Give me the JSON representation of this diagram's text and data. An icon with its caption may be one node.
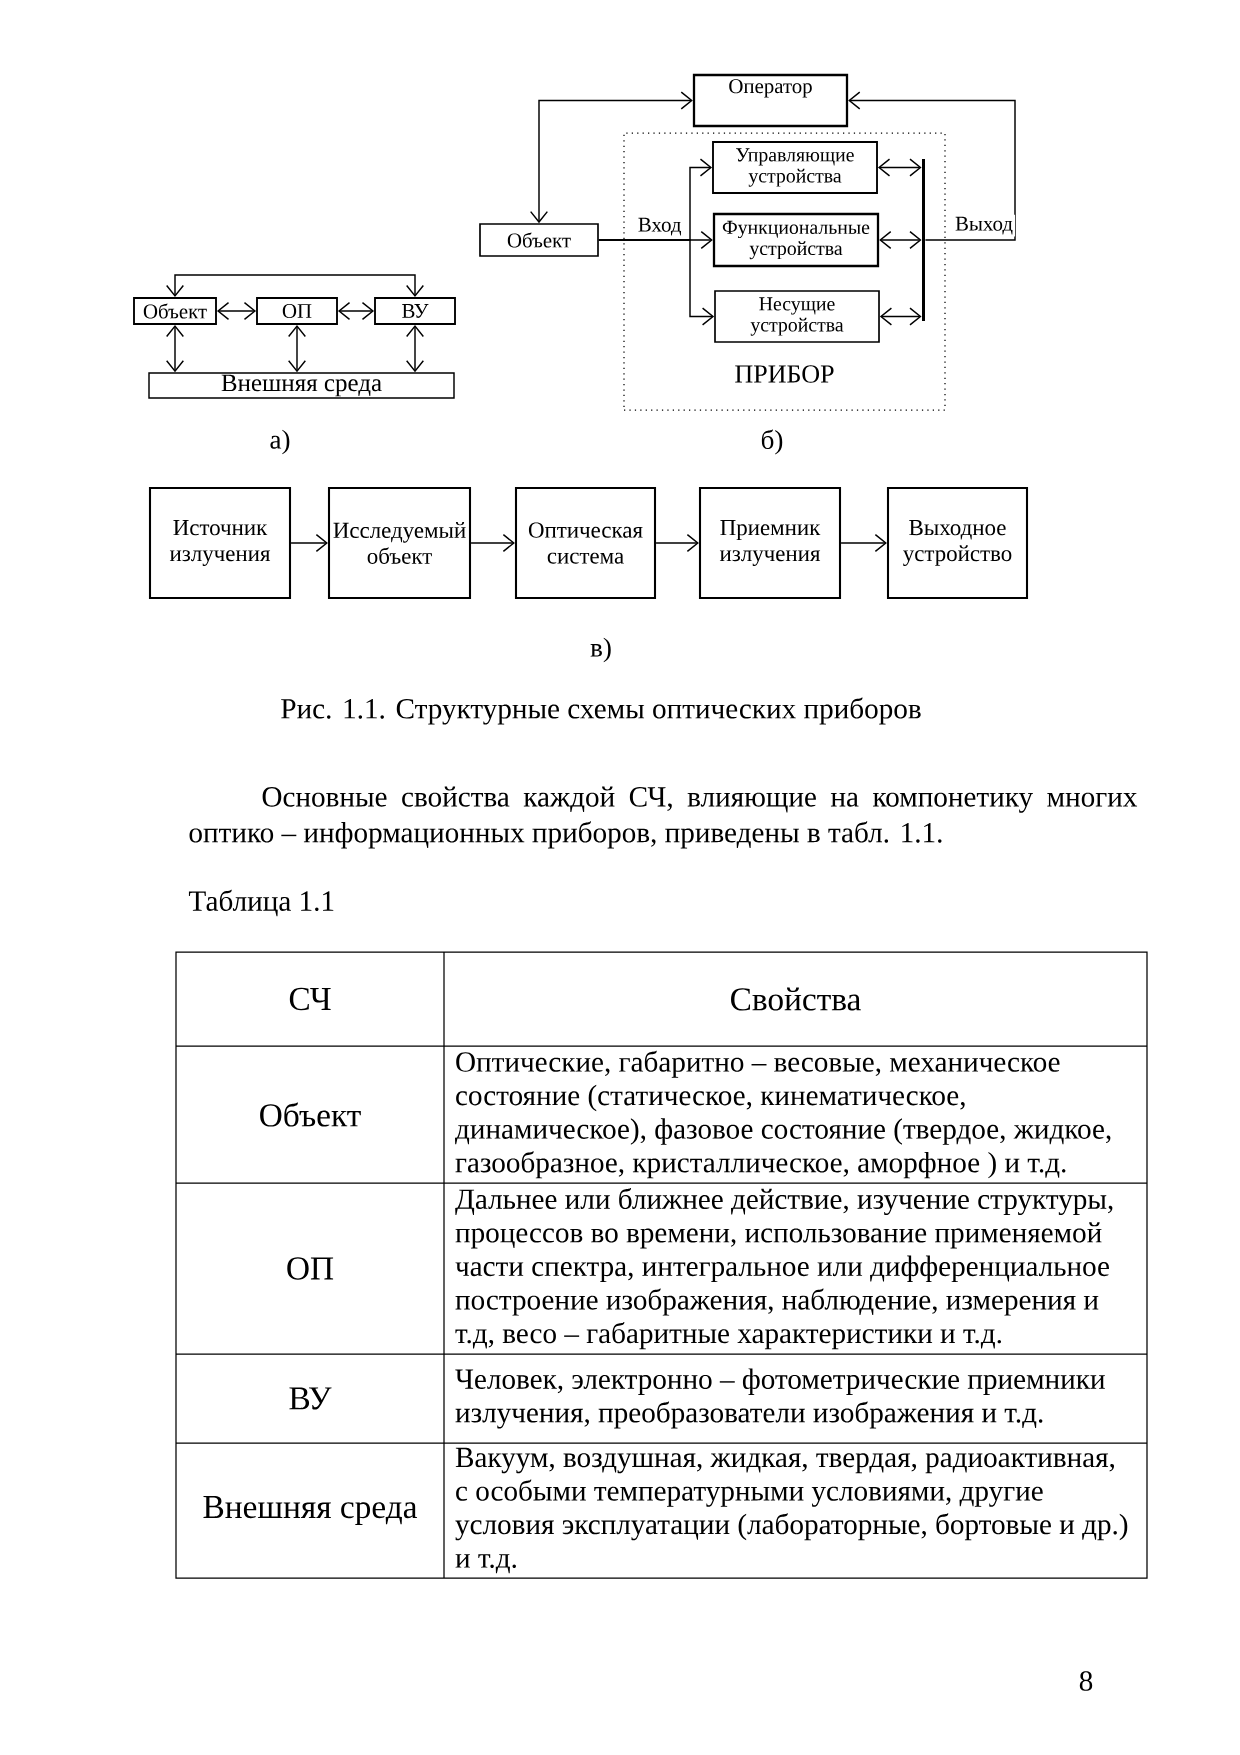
{
  "diagram": {
    "caption": "Рис. 1.1. Структурные схемы оптических приборов",
    "nodes": [
      {
        "text": [
          "Объект"
        ]
      },
      {
        "text": [
          "ОП"
        ]
      },
      {
        "text": [
          "ВУ"
        ]
      },
      {
        "text": [
          "Внешняя среда"
        ]
      },
      {
        "text": [
          "Оператор"
        ]
      },
      {
        "text": [
          "Объект"
        ]
      },
      {
        "text": [
          "ПРИБОР"
        ]
      },
      {
        "text": [
          "Управляющие устройства"
        ],
        "in": 6
      },
      {
        "text": [
          "Функциональные устройства"
        ],
        "in": 6
      },
      {
        "text": [
          "Несущие устройства"
        ],
        "in": 6
      },
      {
        "text": [],
        "shape": "bar",
        "in": 6
      },
      {
        "text": [
          "Источник излучения"
        ]
      },
      {
        "text": [
          "Исследуемый объект"
        ]
      },
      {
        "text": [
          "Оптическая система"
        ]
      },
      {
        "text": [
          "Приемник излучения"
        ]
      },
      {
        "text": [
          "Выходное устройство"
        ]
      }
    ],
    "edges": [
      {
        "from": 0,
        "to": 1,
        "arrow": "both"
      },
      {
        "from": 1,
        "to": 2,
        "arrow": "both"
      },
      {
        "from": 0,
        "to": 2,
        "arrow": "both"
      },
      {
        "from": 0,
        "to": 3,
        "arrow": "both"
      },
      {
        "from": 1,
        "to": 3,
        "arrow": "both"
      },
      {
        "from": 2,
        "to": 3,
        "arrow": "both"
      },
      {
        "from": 5,
        "to": 4,
        "arrow": "both"
      },
      {
        "from": 5,
        "to": 7,
        "arrow": "to"
      },
      {
        "from": 5,
        "to": 8,
        "arrow": "to",
        "label": "Вход"
      },
      {
        "from": 5,
        "to": 9,
        "arrow": "to"
      },
      {
        "from": 7,
        "to": 10,
        "arrow": "both"
      },
      {
        "from": 8,
        "to": 10,
        "arrow": "both"
      },
      {
        "from": 9,
        "to": 10,
        "arrow": "both"
      },
      {
        "from": 10,
        "to": 4,
        "arrow": "to",
        "label": "Выход"
      },
      {
        "from": 11,
        "to": 12,
        "arrow": "to"
      },
      {
        "from": 12,
        "to": 13,
        "arrow": "to"
      },
      {
        "from": 13,
        "to": 14,
        "arrow": "to"
      },
      {
        "from": 14,
        "to": 15,
        "arrow": "to"
      }
    ],
    "labels": [
      "а)",
      "б)",
      "в)",
      "Основные свойства каждой СЧ, влияющие на компонетику многих оптико – информационных приборов, приведены в табл. 1.1.",
      "Таблица 1.1",
      "СЧ",
      "Свойства",
      "Объект",
      "Оптические, габаритно – весовые, механическое состояние (статическое, кинематическое, динамическое), фазовое состояние (твердое, жидкое, газообразное, кристаллическое, аморфное ) и т.д.",
      "ОП",
      "Дальнее или ближнее действие, изучение структуры, процессов во времени, использование применяемой части спектра, интегральное или дифференциальное построение изображения, наблюдение, измерения и т.д, весо – габаритные характеристики и т.д.",
      "ВУ",
      "Человек, электронно – фотометрические приемники излучения, преобразователи изображения и т.д.",
      "Внешняя среда",
      "Вакуум, воздушная, жидкая, твердая, радиоактивная, с особыми температурными условиями, другие условия эксплуатации (лабораторные, бортовые и др.) и т.д.",
      "8"
    ]
  }
}
